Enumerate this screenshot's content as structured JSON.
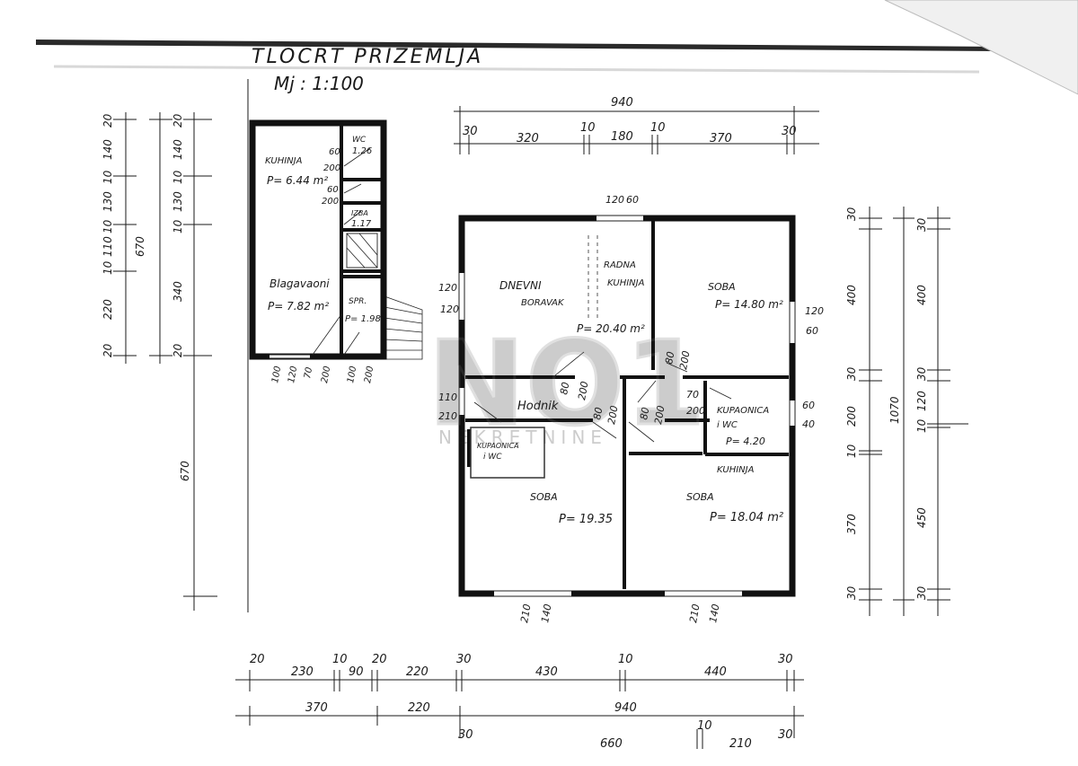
{
  "header": {
    "title": "TLOCRT   PRIZEMLJA",
    "scale": "Mj : 1:100"
  },
  "watermark": {
    "logo": "NO1",
    "text": "NEKRETNINE"
  },
  "rooms_left": {
    "kuhinja": "KUHINJA",
    "kuhinja_area": "P= 6.44 m²",
    "wc": "WC",
    "wc_area": "1.26",
    "izba": "IZBA",
    "izba_area": "1.17",
    "blagavaoni": "Blagavaoni",
    "blagavaoni_area": "P= 7.82 m²",
    "spr": "SPR.",
    "spr_area": "P= 1.98"
  },
  "rooms_main": {
    "dnevni": "DNEVNI",
    "boravak": "BORAVAK",
    "radna": "RADNA",
    "kuhinja": "KUHINJA",
    "dnevni_area": "P= 20.40 m²",
    "soba_ne": "SOBA",
    "soba_ne_area": "P= 14.80 m²",
    "hodnik": "Hodnik",
    "kupaonica_left": "KUPAONICA",
    "kupaonica_left_wc": "i WC",
    "kupaonica_right": "KUPAONICA",
    "kupaonica_right_wc": "i WC",
    "kupaonica_right_area": "P= 4.20",
    "soba_sw": "SOBA",
    "soba_sw_area": "P= 19.35",
    "kuhinja_se": "KUHINJA",
    "soba_se": "SOBA",
    "soba_se_area": "P= 18.04 m²"
  },
  "dimensions": {
    "top_total": "940",
    "top_30a": "30",
    "top_320": "320",
    "top_10a": "10",
    "top_180": "180",
    "top_10b": "10",
    "top_370": "370",
    "top_30b": "30",
    "door_top_120": "120",
    "door_top_60": "60",
    "left_20a": "20",
    "left_140": "140",
    "left_10a": "10",
    "left_130": "130",
    "left_10b": "10",
    "left_110": "110",
    "left_10c": "10",
    "left_220": "220",
    "left_20b": "20",
    "left_670": "670",
    "left2_20a": "20",
    "left2_140": "140",
    "left2_10a": "10",
    "left2_130": "130",
    "left2_10b": "10",
    "left2_340": "340",
    "left2_20b": "20",
    "left_670_bottom": "670",
    "lefthouse_100": "100",
    "lefthouse_120": "120",
    "lefthouse_70": "70",
    "lefthouse_200a": "200",
    "lefthouse_100b": "100",
    "lefthouse_200b": "200",
    "wc_60a": "60",
    "wc_200a": "200",
    "wc_60b": "60",
    "wc_200b": "200",
    "win_w_120a": "120",
    "win_w_120b": "120",
    "win_w_110": "110",
    "win_w_210": "210",
    "win_e_120": "120",
    "win_e_60a": "60",
    "win_e_60b": "60",
    "win_e_40": "40",
    "door_80a": "80",
    "door_200a": "200",
    "door_80b": "80",
    "door_200b": "200",
    "door_80c": "80",
    "door_200c": "200",
    "door_80d": "80",
    "door_200d": "200",
    "door_70": "70",
    "door_200e": "200",
    "win_s_210a": "210",
    "win_s_140a": "140",
    "win_s_210b": "210",
    "win_s_140b": "140",
    "right_30a": "30",
    "right_400": "400",
    "right_30b": "30",
    "right_200": "200",
    "right_10": "10",
    "right_370": "370",
    "right_30c": "30",
    "right_total": "1070",
    "right2_30a": "30",
    "right2_400": "400",
    "right2_30b": "30",
    "right2_120": "120",
    "right2_10": "10",
    "right2_450": "450",
    "right2_30c": "30",
    "bot_20a": "20",
    "bot_230": "230",
    "bot_10a": "10",
    "bot_90": "90",
    "bot_20b": "20",
    "bot_220": "220",
    "bot_30a": "30",
    "bot_430": "430",
    "bot_10b": "10",
    "bot_440": "440",
    "bot_30b": "30",
    "bot2_370": "370",
    "bot2_220": "220",
    "bot2_940": "940",
    "bot3_30a": "30",
    "bot3_660": "660",
    "bot3_10": "10",
    "bot3_210": "210",
    "bot3_30b": "30"
  }
}
